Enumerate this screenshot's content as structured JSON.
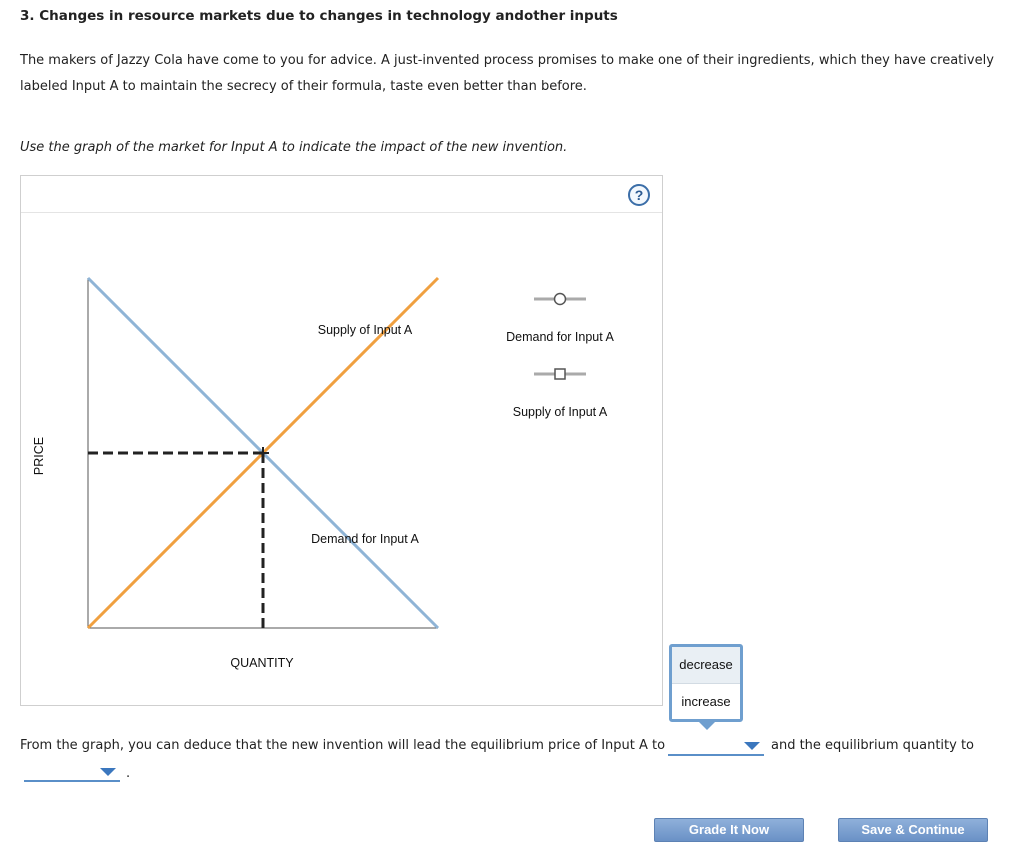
{
  "question": {
    "title": "3. Changes in resource markets due to changes in technology andother inputs",
    "intro": "The makers of Jazzy Cola have come to you for advice. A just-invented process promises to make one of their ingredients, which they have creatively labeled Input A to maintain the secrecy of their formula, taste even better than before.",
    "instruction": "Use the graph of the market for Input A to indicate the impact of the new invention."
  },
  "graph": {
    "help_symbol": "?",
    "y_axis_label": "PRICE",
    "x_axis_label": "QUANTITY",
    "supply_label": "Supply of Input A",
    "demand_label": "Demand for Input A",
    "supply_color": "#f0a040",
    "demand_color": "#8fb4d6",
    "dashed_color": "#222222",
    "legend": {
      "demand_tool_label": "Demand for Input A",
      "supply_tool_label": "Supply of Input A"
    }
  },
  "dropdown": {
    "options": [
      "decrease",
      "increase"
    ]
  },
  "sentence": {
    "part1": "From the graph, you can deduce that the new invention will lead the equilibrium price of Input A to",
    "part2": "and the equilibrium quantity to",
    "end": "."
  },
  "buttons": {
    "grade": "Grade It Now",
    "save": "Save & Continue"
  }
}
